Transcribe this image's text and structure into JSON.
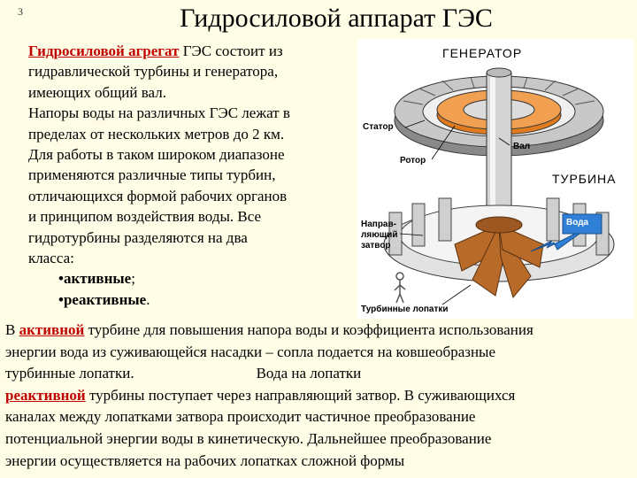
{
  "slide_number": "3",
  "title": "Гидросиловой аппарат ГЭС",
  "intro": {
    "term": "Гидросиловой агрегат",
    "line1_rest": " ГЭС состоит из",
    "line2": "гидравлической турбины  и генератора,",
    "line3": "имеющих общий вал.",
    "line4": "Напоры воды на различных ГЭС лежат в",
    "line5": "пределах от нескольких метров до 2 км.",
    "line6": "Для работы в таком широком диапазоне",
    "line7": "применяются различные типы турбин,",
    "line8": "отличающихся формой рабочих органов",
    "line9": "и принципом воздействия воды. Все",
    "line10": "гидротурбины разделяются  на два",
    "line11": "класса:",
    "bullet1": "•активные",
    "bullet1_end": ";",
    "bullet2": "•реактивные",
    "bullet2_end": "."
  },
  "bottom": {
    "l1_a": "В ",
    "l1_term": "активной",
    "l1_b": " турбине для повышения напора воды и коэффициента использования",
    "l2": "энергии вода из суживающейся насадки – сопла подается на ковшеобразные",
    "l3_a": "турбинные лопатки.",
    "l3_b": "Вода на лопатки",
    "l4_term": "реактивной",
    "l4_b": " турбины поступает через направляющий затвор. В суживающихся",
    "l5": "каналах между лопатками затвора происходит частичное преобразование",
    "l6": "потенциальной энергии воды в кинетическую. Дальнейшее преобразование",
    "l7": "энергии осуществляется на рабочих лопатках сложной формы"
  },
  "figure": {
    "generator": "ГЕНЕРАТОР",
    "stator": "Статор",
    "rotor": "Ротор",
    "shaft": "Вал",
    "turbine": "ТУРБИНА",
    "water": "Вода",
    "gate_1": "Направ-",
    "gate_2": "ляющий",
    "gate_3": "затвор",
    "blades": "Турбинные лопатки"
  },
  "colors": {
    "background": "#fffde6",
    "term_red": "#c00000",
    "water_blue": "#2f7fd6",
    "blade_brown": "#b86a28"
  }
}
